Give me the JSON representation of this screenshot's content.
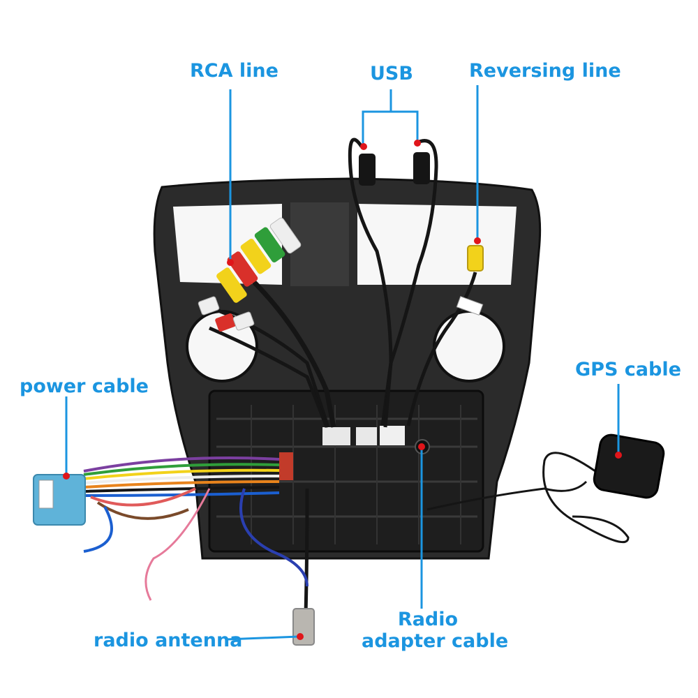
{
  "labels": {
    "rca_line": "RCA line",
    "usb": "USB",
    "reversing_line": "Reversing line",
    "gps_cable": "GPS cable",
    "power_cable": "power cable",
    "radio_antenna": "radio antenna",
    "radio_adapter_cable_1": "Radio",
    "radio_adapter_cable_2": "adapter cable"
  },
  "colors": {
    "callout_text": "#1b95e0",
    "leader_line": "#1b95e0",
    "marker_dot": "#e0151a",
    "frame": "#2b2b2b",
    "connector_blue": "#5fb3d9",
    "rca_yellow": "#f2d21b",
    "rca_red": "#d9302a",
    "rca_white": "#eeeeee",
    "rca_green": "#2f9e3a"
  }
}
